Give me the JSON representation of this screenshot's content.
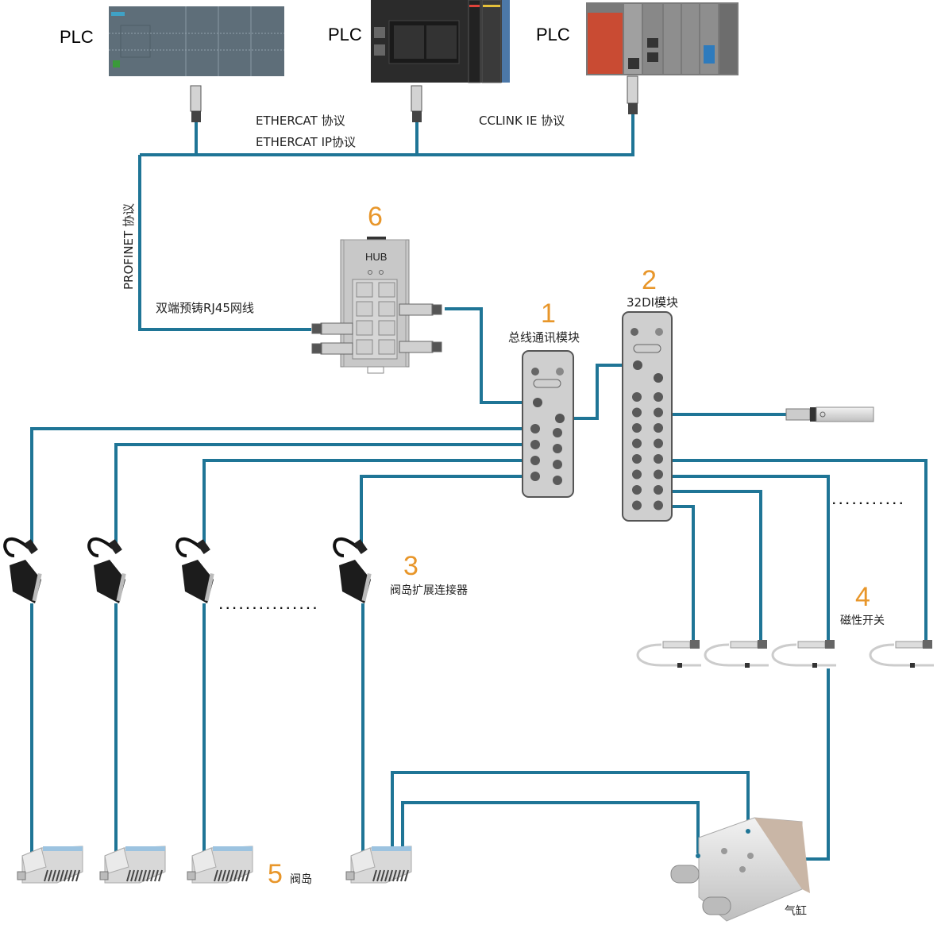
{
  "plcs": [
    {
      "label": "PLC",
      "vendor_style": "siemens-s7-1200"
    },
    {
      "label": "PLC",
      "vendor_style": "omron-nx"
    },
    {
      "label": "PLC",
      "vendor_style": "mitsubishi-q"
    }
  ],
  "protocols": {
    "ethercat": "ETHERCAT 协议",
    "ethercat_ip": "ETHERCAT  IP协议",
    "cclink": "CCLINK IE 协议",
    "profinet": "PROFINET 协议",
    "cable": "双端预铸RJ45网线"
  },
  "components": [
    {
      "number": "1",
      "name": "总线通讯模块"
    },
    {
      "number": "2",
      "name": "32DI模块"
    },
    {
      "number": "3",
      "name": "阀岛扩展连接器"
    },
    {
      "number": "4",
      "name": "磁性开关"
    },
    {
      "number": "5",
      "name": "阀岛"
    },
    {
      "number": "6",
      "name": "HUB"
    }
  ],
  "hub_label": "HUB",
  "cylinder_label": "气缸",
  "ellipsis": "...............",
  "colors": {
    "cable": "#1f7596",
    "accent_number": "#e8962a",
    "device_gray": "#c8c8c8"
  }
}
